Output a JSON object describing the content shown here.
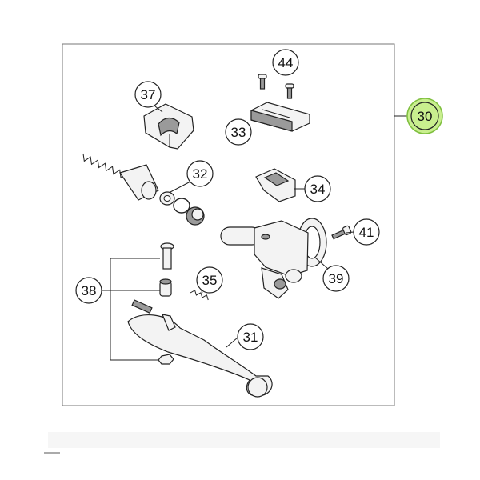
{
  "callouts": {
    "assembly": "30",
    "lever": "31",
    "piston_kit": "32",
    "reservoir_cover": "33",
    "diaphragm": "34",
    "spring": "35",
    "clamp": "37",
    "pivot_hardware": "38",
    "master_cylinder_body": "39",
    "clamp_bolt": "41",
    "cover_screws": "44"
  },
  "colors": {
    "assembly_highlight": "#c9ef8e",
    "assembly_outline": "#7fbf3f",
    "frame": "#777777",
    "line": "#222222"
  },
  "icons": [
    "bolt-icon",
    "screw-icon",
    "spring-icon",
    "o-ring-icon"
  ]
}
